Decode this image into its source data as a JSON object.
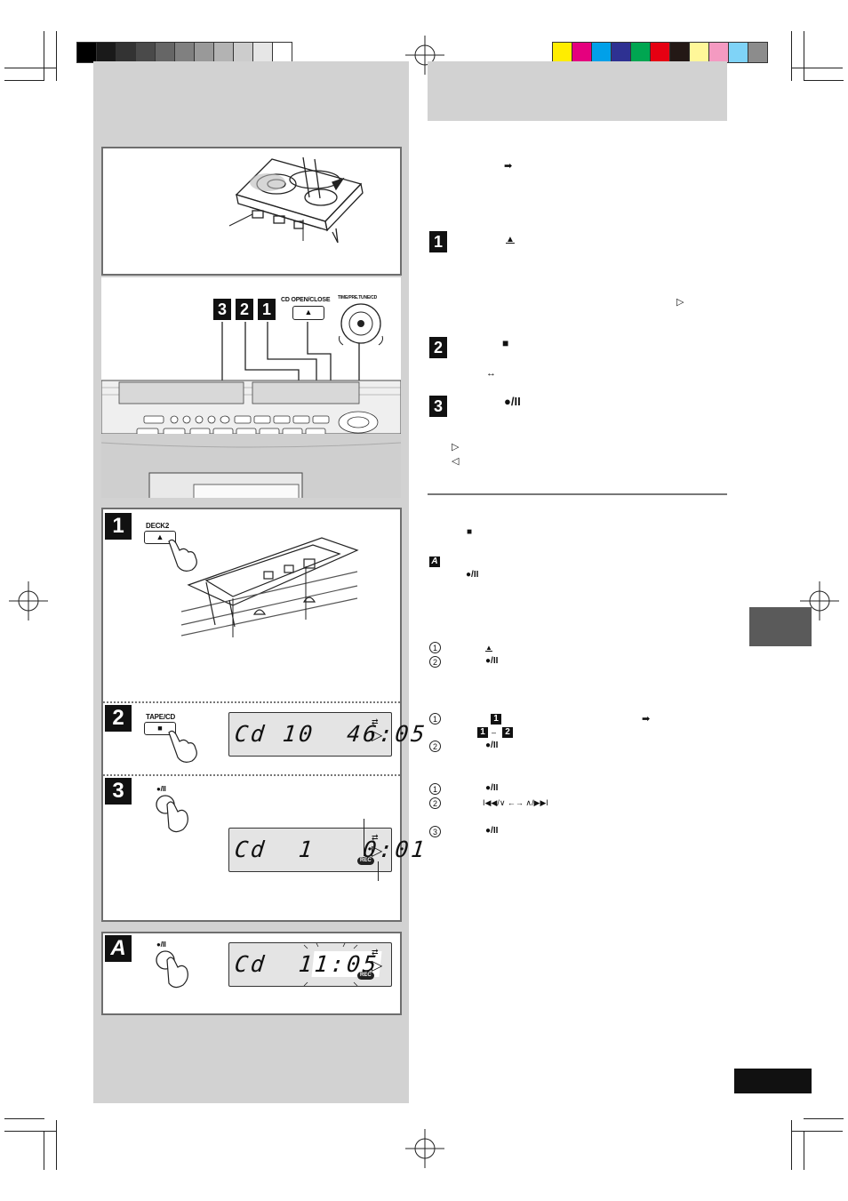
{
  "colors": {
    "grayscale_bar": [
      "#000000",
      "#1a1a1a",
      "#333333",
      "#4a4a4a",
      "#666666",
      "#808080",
      "#999999",
      "#b3b3b3",
      "#cccccc",
      "#e6e6e6",
      "#ffffff"
    ],
    "color_bar": [
      "#ffed00",
      "#e5007e",
      "#00a0e9",
      "#2e3192",
      "#00a651",
      "#e60012",
      "#231815",
      "#fff799",
      "#f49ac1",
      "#7fd3f7",
      "#8c8c8c"
    ],
    "panel_grey": "#d2d2d2"
  },
  "steps": {
    "one": "1",
    "two": "2",
    "three": "3",
    "a": "A"
  },
  "labels": {
    "cd_open_close": "CD OPEN/CLOSE",
    "time_preset_tuning": "TIME/PRE.TUNE/CD",
    "deck2": "DECK2",
    "tape_cd": "TAPE/CD",
    "rec_pause_symbol": "●/II",
    "rec_badge": "REC"
  },
  "displays": {
    "step2": "Cd 10  46:05",
    "step3": "Cd  1   0:01",
    "step_a_left": "Cd  1",
    "step_a_time": "1:05"
  },
  "right_symbols": {
    "arrow_right": "➡",
    "eject": "▲",
    "play_triangle": "▷",
    "stop": "■",
    "double_arrow": "↔",
    "rec_pause": "●/II",
    "tri_fwd": "▷",
    "tri_rev": "◁",
    "circ1": "1",
    "circ2": "2",
    "circ3": "3",
    "skip_seq": "I◀◀/∨ ←→ ∧/▶▶I",
    "or_sep": "–"
  }
}
